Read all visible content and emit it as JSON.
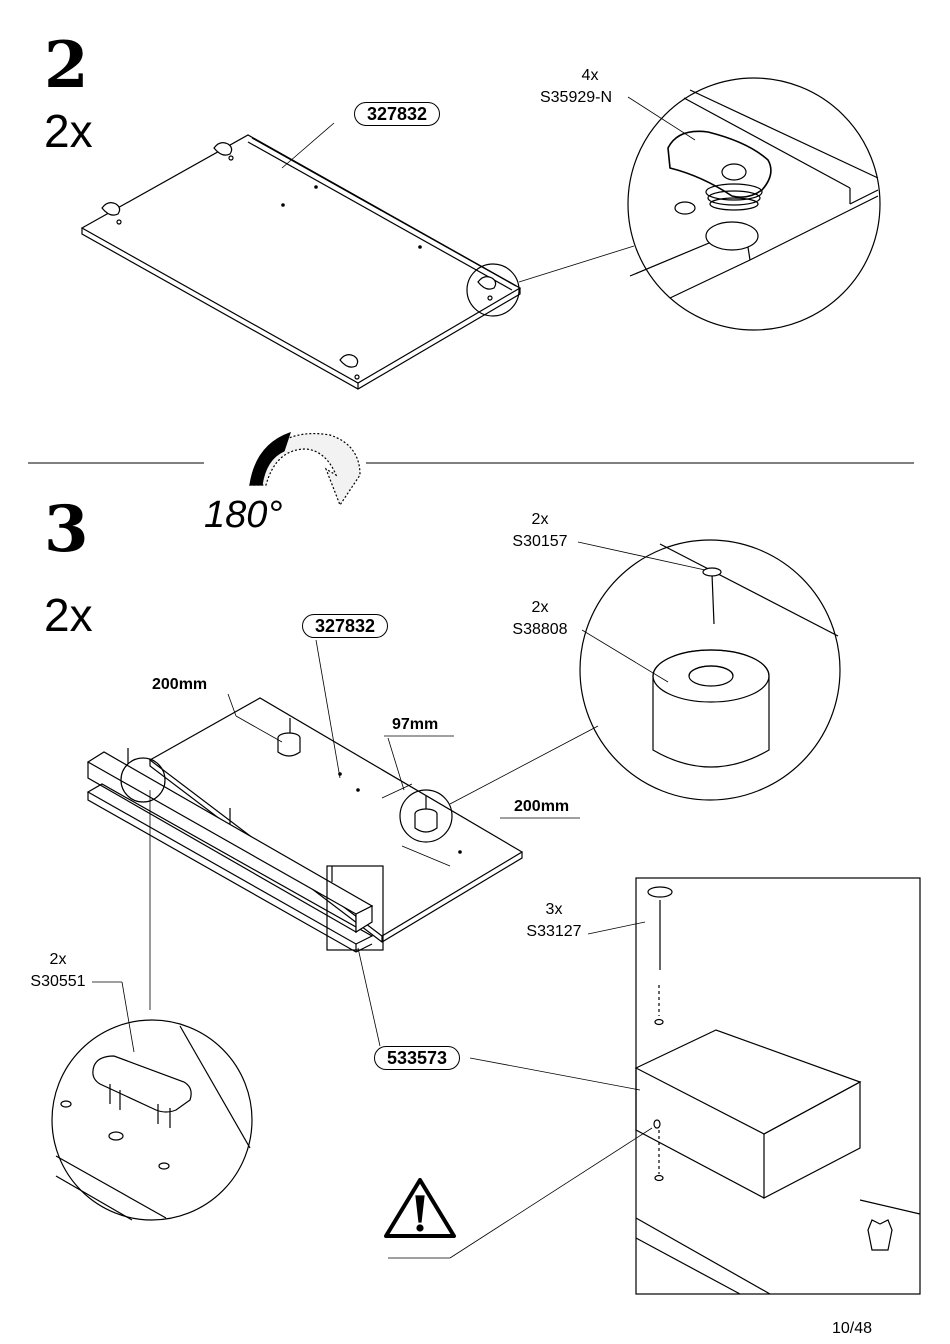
{
  "page": {
    "number": "10/48"
  },
  "step2": {
    "number": "2",
    "quantity": "2x",
    "part_id": "327832",
    "hardware": {
      "qty": "4x",
      "code": "S35929-N"
    }
  },
  "rotation": {
    "label": "180°"
  },
  "step3": {
    "number": "3",
    "quantity": "2x",
    "part_id": "327832",
    "part_id_rail": "533573",
    "dimensions": {
      "left": "200mm",
      "offset": "97mm",
      "right": "200mm"
    },
    "hardware": [
      {
        "qty": "2x",
        "code": "S30157"
      },
      {
        "qty": "2x",
        "code": "S38808"
      },
      {
        "qty": "3x",
        "code": "S33127"
      },
      {
        "qty": "2x",
        "code": "S30551"
      }
    ]
  }
}
